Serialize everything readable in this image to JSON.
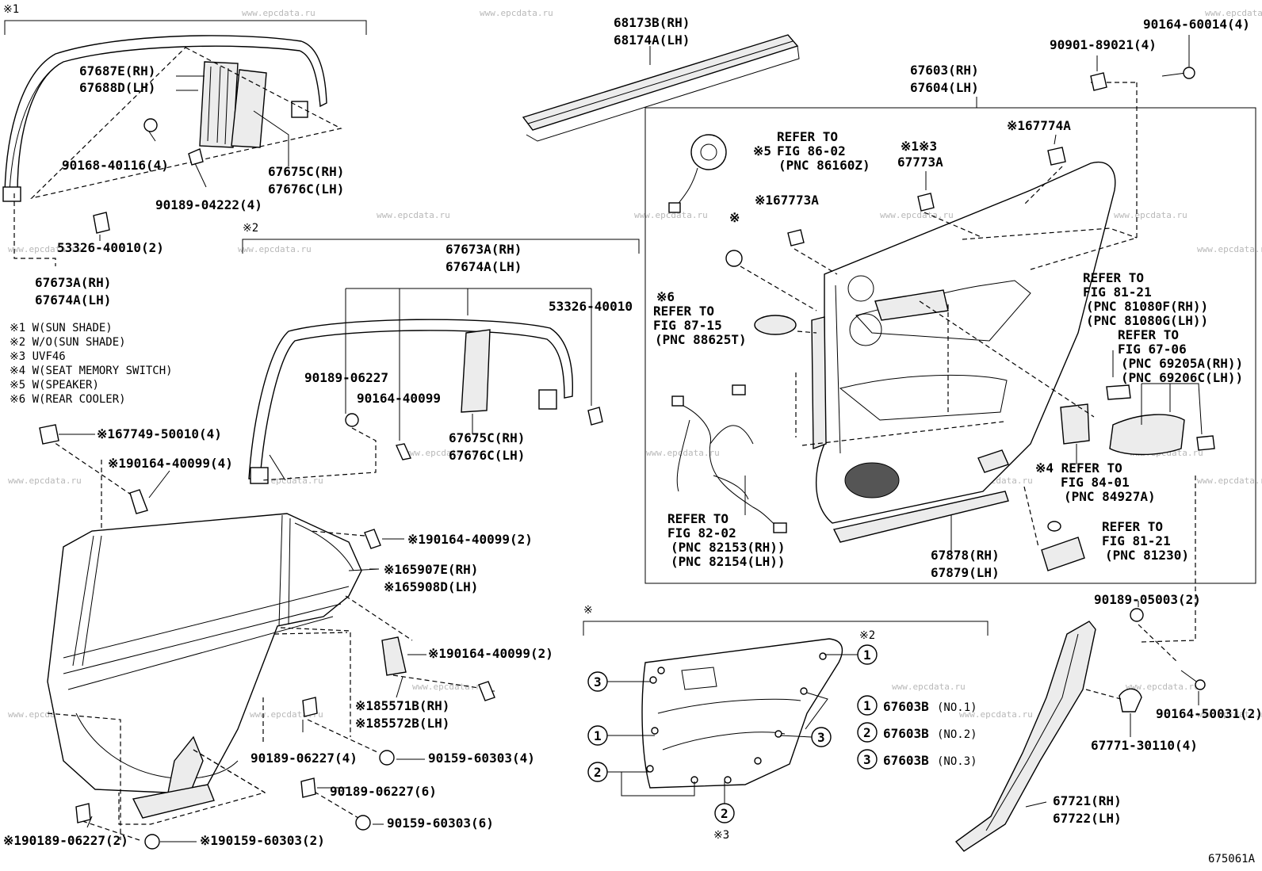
{
  "diagram_code": "675061A",
  "watermark": "www.epcdata.ru",
  "section_marks": {
    "s1": "※1",
    "s2": "※2",
    "s_blank": "※",
    "s_inset2": "※2",
    "s_inset3": "※3"
  },
  "legend": [
    "※1 W(SUN SHADE)",
    "※2 W/O(SUN SHADE)",
    "※3 UVF46",
    "※4 W(SEAT MEMORY SWITCH)",
    "※5 W(SPEAKER)",
    "※6 W(REAR COOLER)"
  ],
  "labels": {
    "p67687E_1": "67687E(RH)",
    "p67687E_2": "67688D(LH)",
    "p90168": "90168-40116(4)",
    "p90189_04222": "90189-04222(4)",
    "p67675C_top_1": "67675C(RH)",
    "p67675C_top_2": "67676C(LH)",
    "p53326_top": "53326-40010(2)",
    "p67673A_left_1": "67673A(RH)",
    "p67673A_left_2": "67674A(LH)",
    "p68173B_1": "68173B(RH)",
    "p68173B_2": "68174A(LH)",
    "p67673A_mid_1": "67673A(RH)",
    "p67673A_mid_2": "67674A(LH)",
    "p53326_mid": "53326-40010",
    "p90189_06227_mid": "90189-06227",
    "p90164_40099_mid": "90164-40099",
    "p67675C_mid_1": "67675C(RH)",
    "p67675C_mid_2": "67676C(LH)",
    "p167749": "※167749-50010(4)",
    "p190164_4": "※190164-40099(4)",
    "p190164_2a": "※190164-40099(2)",
    "p165907_1": "※165907E(RH)",
    "p165907_2": "※165908D(LH)",
    "p190164_2b": "※190164-40099(2)",
    "p185571_1": "※185571B(RH)",
    "p185571_2": "※185572B(LH)",
    "p90189_06227_4": "90189-06227(4)",
    "p90159_60303_4": "90159-60303(4)",
    "p90189_06227_6": "90189-06227(6)",
    "p90159_60303_6": "90159-60303(6)",
    "p190189": "※190189-06227(2)",
    "p190159": "※190159-60303(2)",
    "p90901": "90901-89021(4)",
    "p90164_60014": "90164-60014(4)",
    "p67603_1": "67603(RH)",
    "p67603_2": "67604(LH)",
    "ref_86_02_a": "REFER TO",
    "ref_86_02_b": "FIG 86-02",
    "ref_86_02_c": "(PNC 86160Z)",
    "ref_86_02_mark": "※5",
    "p67773A_a_mark": "※1※3",
    "p67773A_a": "67773A",
    "p67774A": "※167774A",
    "p67773A_b": "※167773A",
    "mark_x": "※",
    "ref_87_15_mark": "※6",
    "ref_87_15_a": "REFER TO",
    "ref_87_15_b": "FIG 87-15",
    "ref_87_15_c": "(PNC 88625T)",
    "ref_81_21a_a": "REFER TO",
    "ref_81_21a_b": "FIG 81-21",
    "ref_81_21a_c": "(PNC 81080F(RH))",
    "ref_81_21a_d": "(PNC 81080G(LH))",
    "ref_67_06_a": "REFER TO",
    "ref_67_06_b": "FIG 67-06",
    "ref_67_06_c": "(PNC 69205A(RH))",
    "ref_67_06_d": "(PNC 69206C(LH))",
    "ref_84_01_a": "※4 REFER TO",
    "ref_84_01_b": "FIG 84-01",
    "ref_84_01_c": "(PNC 84927A)",
    "ref_82_02_a": "REFER TO",
    "ref_82_02_b": "FIG 82-02",
    "ref_82_02_c": "(PNC 82153(RH))",
    "ref_82_02_d": "(PNC 82154(LH))",
    "ref_81_21b_a": "REFER TO",
    "ref_81_21b_b": "FIG 81-21",
    "ref_81_21b_c": "(PNC 81230)",
    "p67878_1": "67878(RH)",
    "p67878_2": "67879(LH)",
    "p90189_05003": "90189-05003(2)",
    "p90164_50031": "90164-50031(2)",
    "p67771": "67771-30110(4)",
    "p67721_1": "67721(RH)",
    "p67721_2": "67722(LH)"
  },
  "callouts": [
    {
      "num": "1",
      "text": "67603B",
      "sub": "(NO.1)"
    },
    {
      "num": "2",
      "text": "67603B",
      "sub": "(NO.2)"
    },
    {
      "num": "3",
      "text": "67603B",
      "sub": "(NO.3)"
    }
  ],
  "circle_marks": [
    "1",
    "2",
    "3",
    "1",
    "2",
    "3"
  ]
}
